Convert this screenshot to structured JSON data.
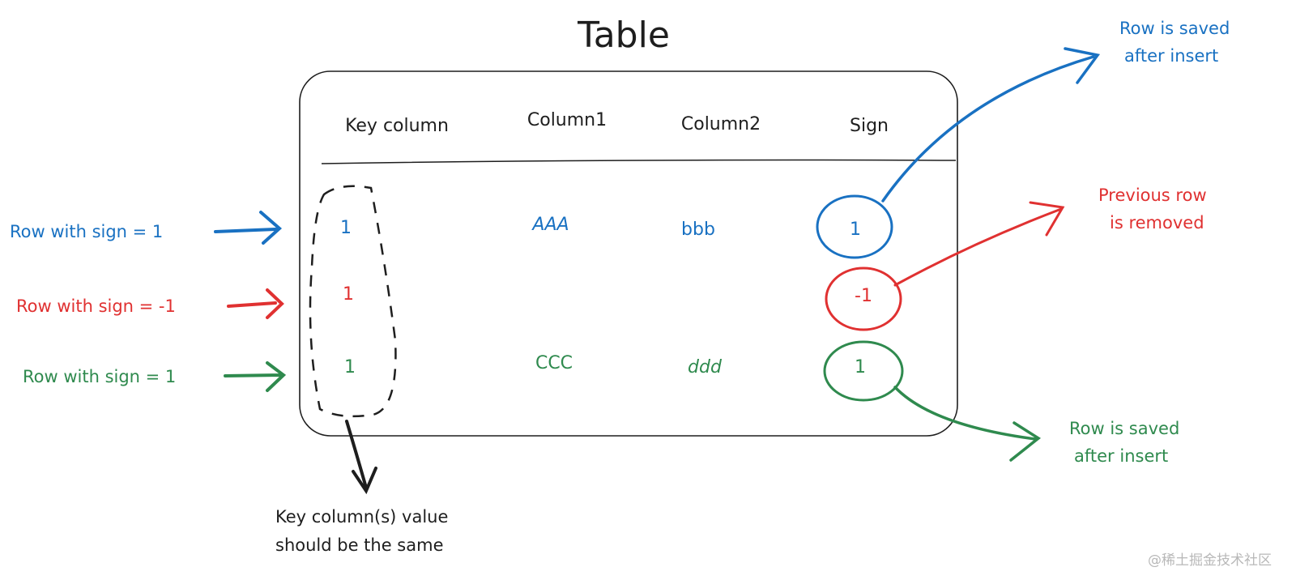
{
  "title": "Table",
  "headers": [
    "Key column",
    "Column1",
    "Column2",
    "Sign"
  ],
  "rows": [
    {
      "key": "1",
      "col1": "AAA",
      "col2": "bbb",
      "sign": "1",
      "color": "#1971c2",
      "label": "Row with sign = 1"
    },
    {
      "key": "1",
      "col1": "",
      "col2": "",
      "sign": "-1",
      "color": "#e03131",
      "label": "Row with sign = -1"
    },
    {
      "key": "1",
      "col1": "CCC",
      "col2": "ddd",
      "sign": "1",
      "color": "#2f8a4e",
      "label": "Row with sign = 1"
    }
  ],
  "annotations": {
    "blue": [
      "Row is saved",
      "after insert"
    ],
    "red": [
      "Previous row",
      "is removed"
    ],
    "green": [
      "Row is saved",
      "after insert"
    ],
    "key": [
      "Key column(s) value",
      "should be the same"
    ]
  },
  "watermark": "@稀土掘金技术社区"
}
